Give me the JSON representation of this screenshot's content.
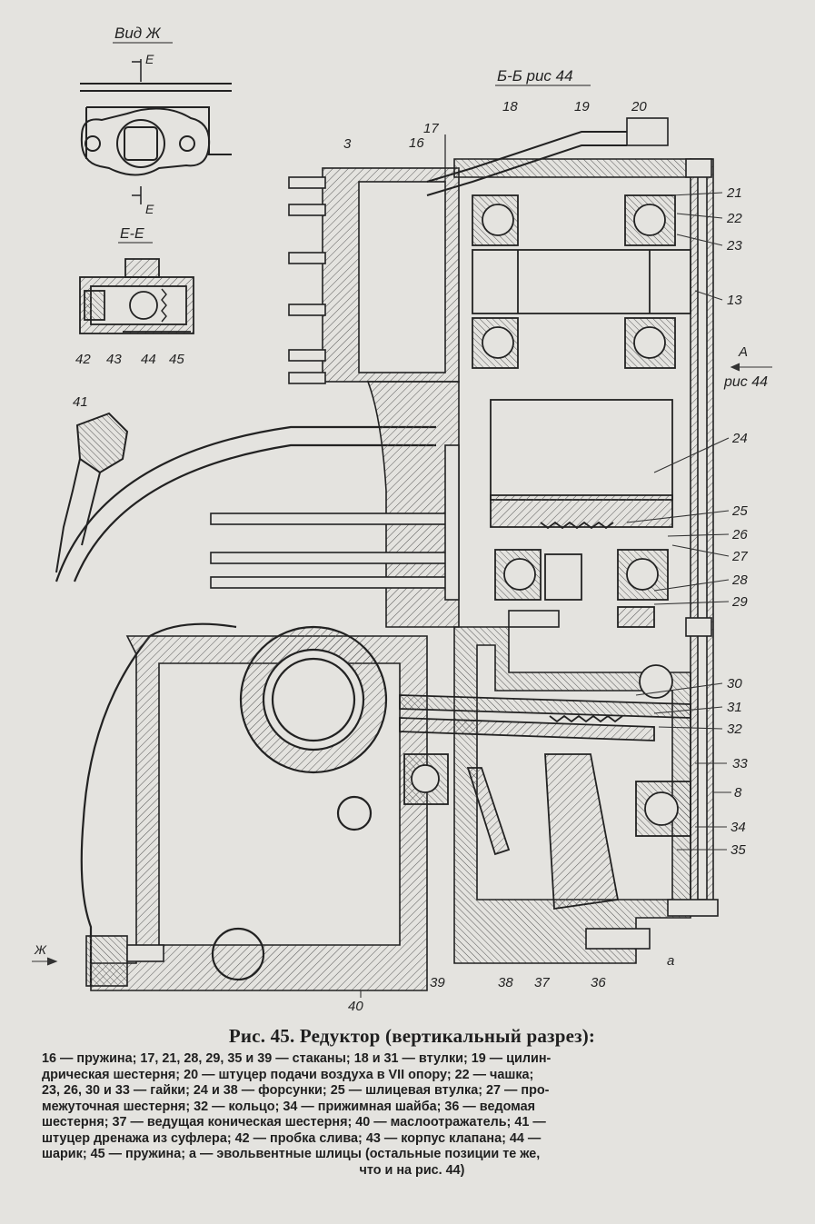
{
  "view_labels": {
    "vid": "Вид Ж",
    "section_ee": "Е-Е",
    "section_bb": "Б-Б рис 44",
    "view_a_letter": "А",
    "view_a_ref": "рис 44",
    "mark_e_top": "Е",
    "mark_e_bottom": "Е",
    "arrow_zh": "Ж",
    "mark_a": "а"
  },
  "callouts": {
    "n3": "3",
    "n8": "8",
    "n13": "13",
    "n16": "16",
    "n17": "17",
    "n18": "18",
    "n19": "19",
    "n20": "20",
    "n21": "21",
    "n22": "22",
    "n23": "23",
    "n24": "24",
    "n25": "25",
    "n26": "26",
    "n27": "27",
    "n28": "28",
    "n29": "29",
    "n30": "30",
    "n31": "31",
    "n32": "32",
    "n33": "33",
    "n34": "34",
    "n35": "35",
    "n36": "36",
    "n37": "37",
    "n38": "38",
    "n39": "39",
    "n40": "40",
    "n41": "41",
    "n42": "42",
    "n43": "43",
    "n44": "44",
    "n45": "45"
  },
  "caption": {
    "figure_number": "Рис. 45.",
    "figure_title": "Редуктор (вертикальный разрез):",
    "legend_lines": [
      "16 — пружина; 17, 21, 28, 29, 35 и 39 — стаканы; 18 и 31 — втулки; 19 — цилин-",
      "дрическая шестерня; 20 — штуцер подачи воздуха в VII опору; 22 — чашка;",
      "23, 26, 30 и 33 — гайки; 24 и 38 — форсунки; 25 — шлицевая втулка; 27 — про-",
      "межуточная шестерня;  32 — кольцо; 34 — прижимная шайба; 36 — ведомая",
      "шестерня; 37 — ведущая коническая шестерня;  40 — маслоотражатель; 41 —",
      "штуцер дренажа из суфлера; 42 — пробка слива; 43 — корпус клапана; 44 —",
      "шарик; 45 — пружина; а — эвольвентные шлицы (остальные позиции те же,"
    ],
    "legend_last": "что и на рис. 44)"
  }
}
